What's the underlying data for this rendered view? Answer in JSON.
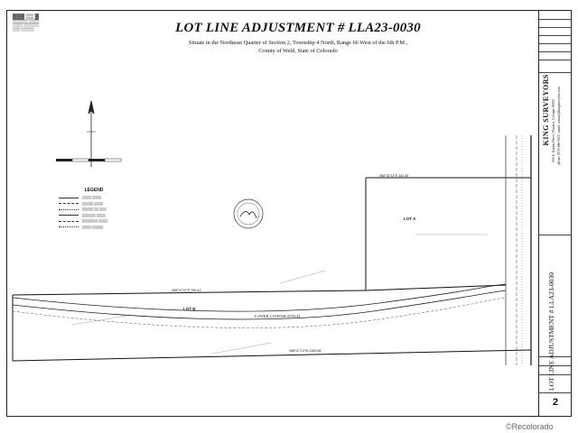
{
  "header": {
    "title": "LOT LINE ADJUSTMENT # LLA23-0030",
    "subtitle_line1": "Situate in the Northeast Quarter of Section 2, Township 4 North, Range 66 West of the 6th P.M.,",
    "subtitle_line2": "County of Weld, State of Colorado"
  },
  "title_block": {
    "company": "KING SURVEYORS",
    "address": "650 E. Garden Drive | Windsor, Colorado 80550",
    "phone": "phone: (970) 686-5011 | email: contact@kingsurveyors.com",
    "project": "LOT LINE ADJUSTMENT # LLA23-0030",
    "sheet_number": "2"
  },
  "legend": {
    "title": "LEGEND"
  },
  "plan": {
    "ditch_label": "LOWER LATHAM DITCH",
    "lot_a_title": "LOT A",
    "lot_b_title": "LOT B",
    "bearing_north": "S88°52'14\"E  344.36'",
    "bearing_mid": "N88°37'07\"E  790.41'",
    "bearing_south": "N88°47'12\"W  1285.66'"
  },
  "watermark": "©Recolorado"
}
